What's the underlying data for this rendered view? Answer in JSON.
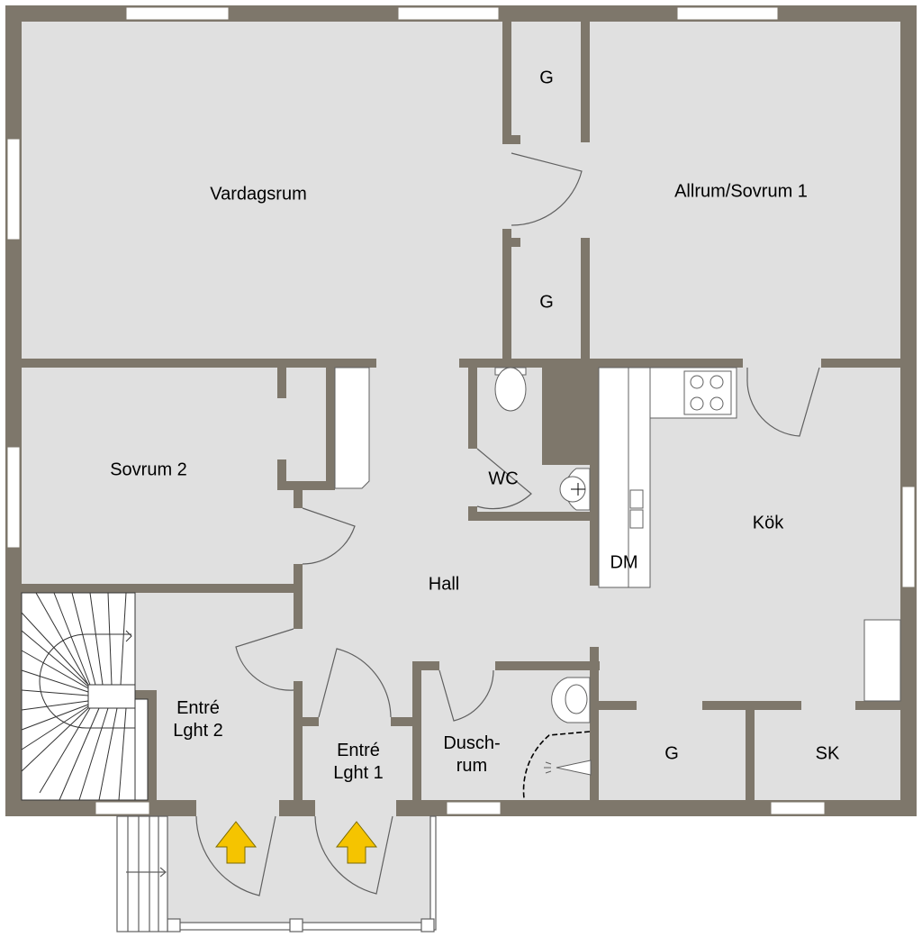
{
  "colors": {
    "wall": "#7e776b",
    "floor": "#e0e0e0",
    "fixture": "#ffffff",
    "arrow": "#f5c400",
    "line": "#606060"
  },
  "rooms": {
    "vardagsrum": "Vardagsrum",
    "allrum": "Allrum/Sovrum 1",
    "garderob_top": "G",
    "garderob_mid": "G",
    "sovrum2": "Sovrum 2",
    "wc": "WC",
    "kok": "Kök",
    "dm": "DM",
    "hall": "Hall",
    "entre2": [
      "Entré",
      "Lght 2"
    ],
    "entre1": [
      "Entré",
      "Lght 1"
    ],
    "duschrum": [
      "Dusch-",
      "rum"
    ],
    "garderob_bottom": "G",
    "sk": "SK"
  },
  "icons": [
    "entry-arrow-icon",
    "toilet-icon",
    "sink-icon",
    "stove-icon",
    "stair-icon",
    "shower-icon"
  ]
}
